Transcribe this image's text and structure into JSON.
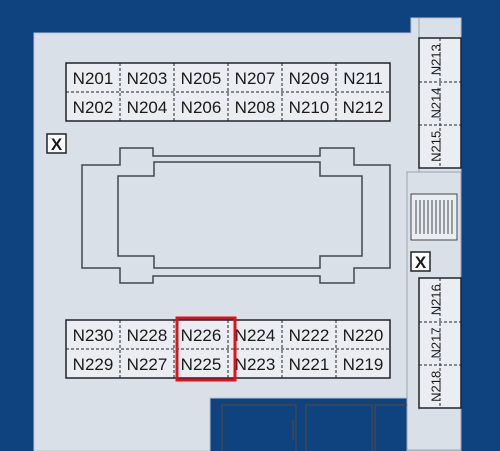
{
  "floor_map": {
    "colors": {
      "background": "#0f4380",
      "floor": "#d9e0e8",
      "room_outline": "#202428",
      "highlight": "#e1111a"
    },
    "top_block": {
      "upper_row": [
        "N201",
        "N203",
        "N205",
        "N207",
        "N209",
        "N211"
      ],
      "lower_row": [
        "N202",
        "N204",
        "N206",
        "N208",
        "N210",
        "N212"
      ]
    },
    "bottom_block": {
      "upper_row": [
        "N230",
        "N228",
        "N226",
        "N224",
        "N222",
        "N220"
      ],
      "lower_row": [
        "N229",
        "N227",
        "N225",
        "N223",
        "N221",
        "N219"
      ]
    },
    "right_column": {
      "upper": [
        "N213",
        "N214",
        "N215"
      ],
      "lower": [
        "N216",
        "N217",
        "N218"
      ]
    },
    "highlighted_rooms": [
      "N226",
      "N225"
    ],
    "exits": [
      {
        "id": "exit-left",
        "label": "X"
      },
      {
        "id": "exit-right",
        "label": "X"
      }
    ]
  }
}
